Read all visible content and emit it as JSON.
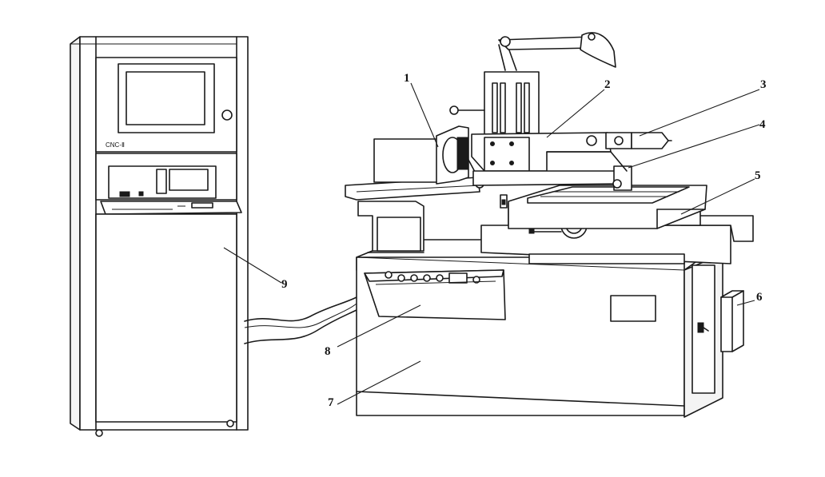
{
  "figure": {
    "cabinet_label": "CNC-Ⅱ",
    "callouts": [
      {
        "id": "1",
        "text": "1"
      },
      {
        "id": "2",
        "text": "2"
      },
      {
        "id": "3",
        "text": "3"
      },
      {
        "id": "4",
        "text": "4"
      },
      {
        "id": "5",
        "text": "5"
      },
      {
        "id": "6",
        "text": "6"
      },
      {
        "id": "7",
        "text": "7"
      },
      {
        "id": "8",
        "text": "8"
      },
      {
        "id": "9",
        "text": "9"
      }
    ]
  }
}
